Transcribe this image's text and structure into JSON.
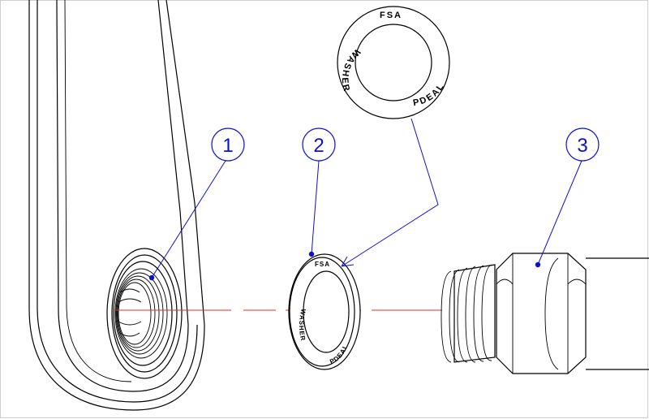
{
  "callouts": [
    {
      "number": "1"
    },
    {
      "number": "2"
    },
    {
      "number": "3"
    }
  ],
  "washer": {
    "brand_logo": "FSA",
    "text_left": "WASHER",
    "text_right": "PDEAL"
  },
  "colors": {
    "callout": "#1010c8",
    "centerline": "#e03030",
    "frame": "#cfcfcf",
    "outline": "#000000"
  }
}
